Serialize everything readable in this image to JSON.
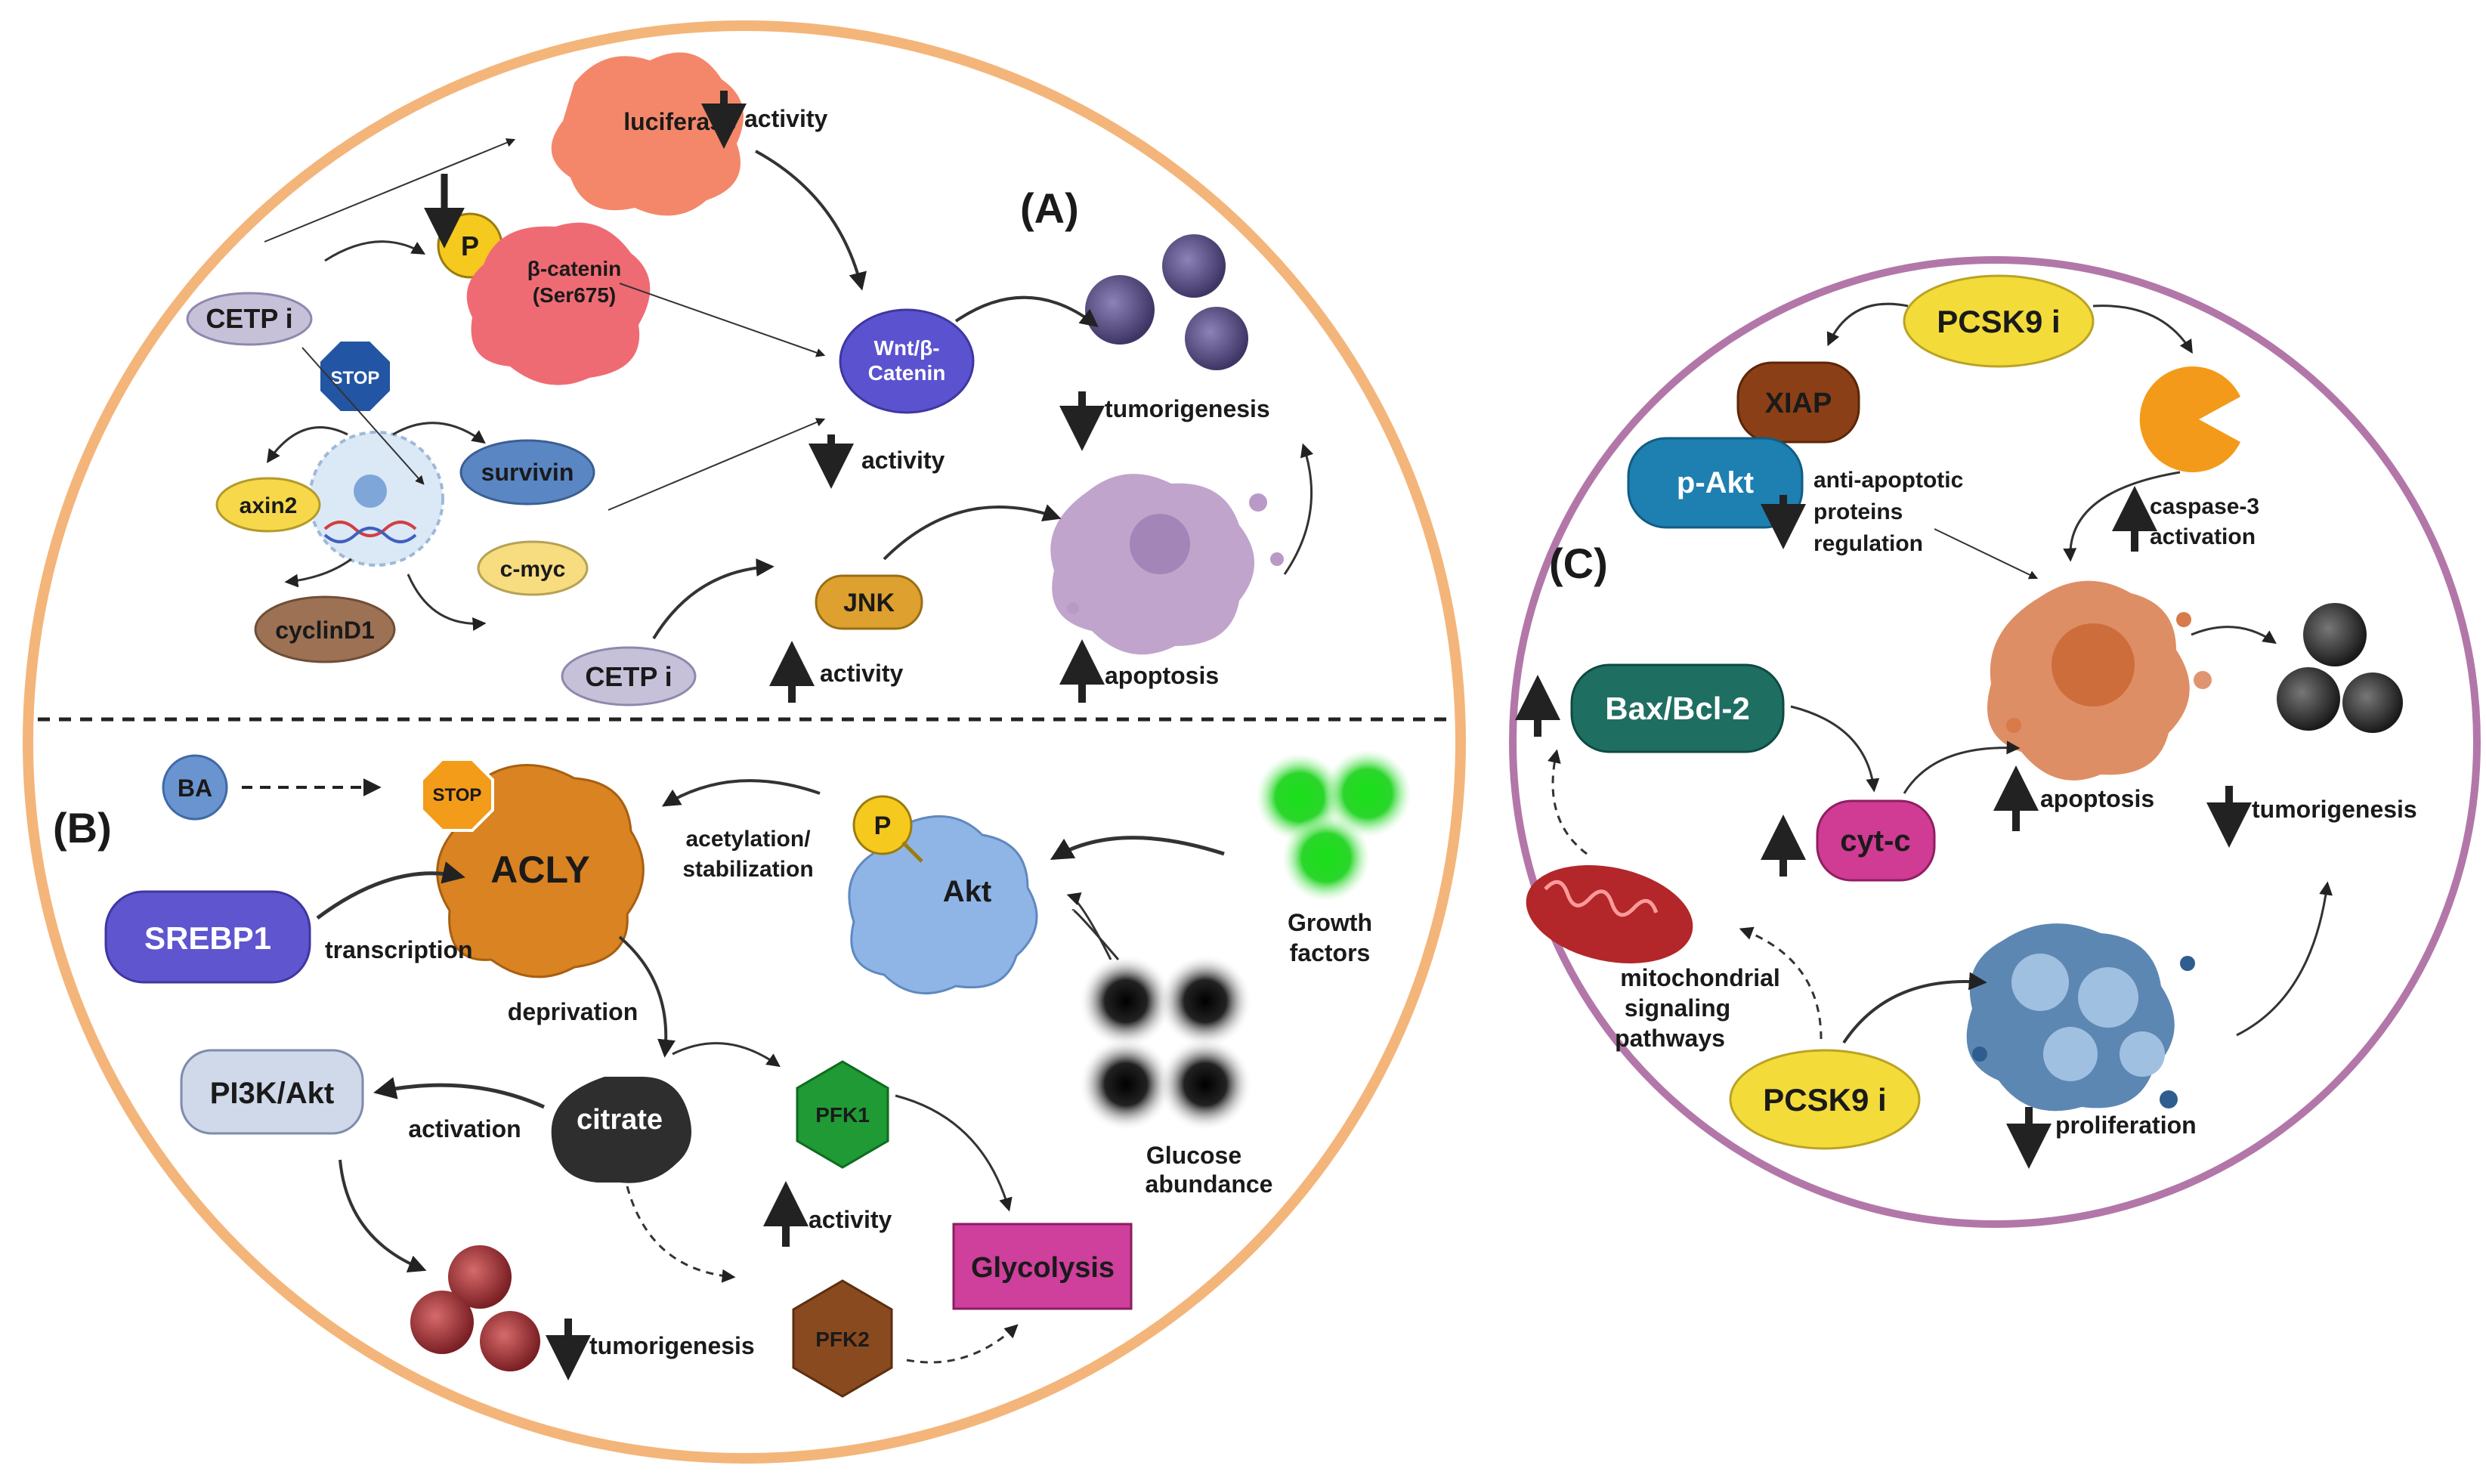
{
  "panels": {
    "a": "(A)",
    "b": "(B)",
    "c": "(C)"
  },
  "colors": {
    "outer_ring_left": "#f4b57a",
    "outer_ring_right": "#b277a8",
    "cetp": "#c6c1d9",
    "wnt": "#5b52cf",
    "luciferase": "#f4876a",
    "beta_catenin": "#ef6b74",
    "survivin": "#5a86c4",
    "axin2": "#f6d84a",
    "cmyc": "#f7dc80",
    "cyclind1": "#9d7154",
    "jnk": "#dea02e",
    "srebp1": "#5e55cf",
    "pi3k": "#cfd9ea",
    "citrate": "#2e2e2e",
    "acly": "#d98322",
    "pfk1": "#1f9a35",
    "pfk2": "#8a4a1f",
    "glycolysis": "#cf3f9c",
    "akt": "#8fb5e6",
    "xiap": "#8b3f16",
    "pakt": "#1e7fb1",
    "pcsk9": "#f3db3a",
    "bax": "#1f6e62",
    "cytc": "#d03b93",
    "caspase": "#f39a1a"
  },
  "panel_a": {
    "cetp_top": "CETP i",
    "cetp_bottom": "CETP i",
    "luciferase": "luciferase",
    "luciferase_activity": "activity",
    "phospho": "P",
    "beta_catenin": [
      "β-catenin",
      "(Ser675)"
    ],
    "stop": "STOP",
    "wnt": [
      "Wnt/β-",
      "Catenin"
    ],
    "wnt_activity": "activity",
    "tumorigenesis": "tumorigenesis",
    "survivin": "survivin",
    "axin2": "axin2",
    "cmyc": "c-myc",
    "cyclind1": "cyclinD1",
    "jnk": "JNK",
    "jnk_activity": "activity",
    "apoptosis": "apoptosis"
  },
  "panel_b": {
    "ba": "BA",
    "stop": "STOP",
    "acly": "ACLY",
    "srebp1": "SREBP1",
    "transcription": "transcription",
    "acetylation": [
      "acetylation/",
      "stabilization"
    ],
    "phospho": "P",
    "akt": "Akt",
    "growth_factors": [
      "Growth",
      "factors"
    ],
    "glucose": [
      "Glucose",
      "abundance"
    ],
    "deprivation": "deprivation",
    "pi3k": "PI3K/Akt",
    "activation": "activation",
    "citrate": "citrate",
    "pfk1": "PFK1",
    "pfk_activity": "activity",
    "glycolysis": "Glycolysis",
    "tumorigenesis": "tumorigenesis",
    "pfk2": "PFK2"
  },
  "panel_c": {
    "pcsk9_top": "PCSK9 i",
    "xiap": "XIAP",
    "pakt": "p-Akt",
    "anti_apoptotic": [
      "anti-apoptotic",
      "proteins",
      "regulation"
    ],
    "caspase": [
      "caspase-3",
      "activation"
    ],
    "bax": "Bax/Bcl-2",
    "cytc": "cyt-c",
    "apoptosis": "apoptosis",
    "tumorigenesis": "tumorigenesis",
    "mito": [
      "mitochondrial",
      "signaling",
      "pathways"
    ],
    "pcsk9_bottom": "PCSK9 i",
    "proliferation": "proliferation"
  }
}
